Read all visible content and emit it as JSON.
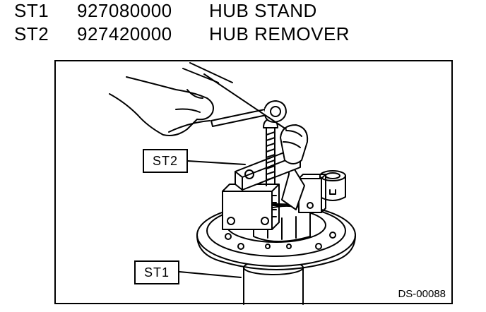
{
  "tools": [
    {
      "code": "ST1",
      "part_number": "927080000",
      "name": "HUB STAND"
    },
    {
      "code": "ST2",
      "part_number": "927420000",
      "name": "HUB REMOVER"
    }
  ],
  "figure": {
    "callouts": [
      "ST2",
      "ST1"
    ],
    "figure_id": "DS-00088"
  }
}
